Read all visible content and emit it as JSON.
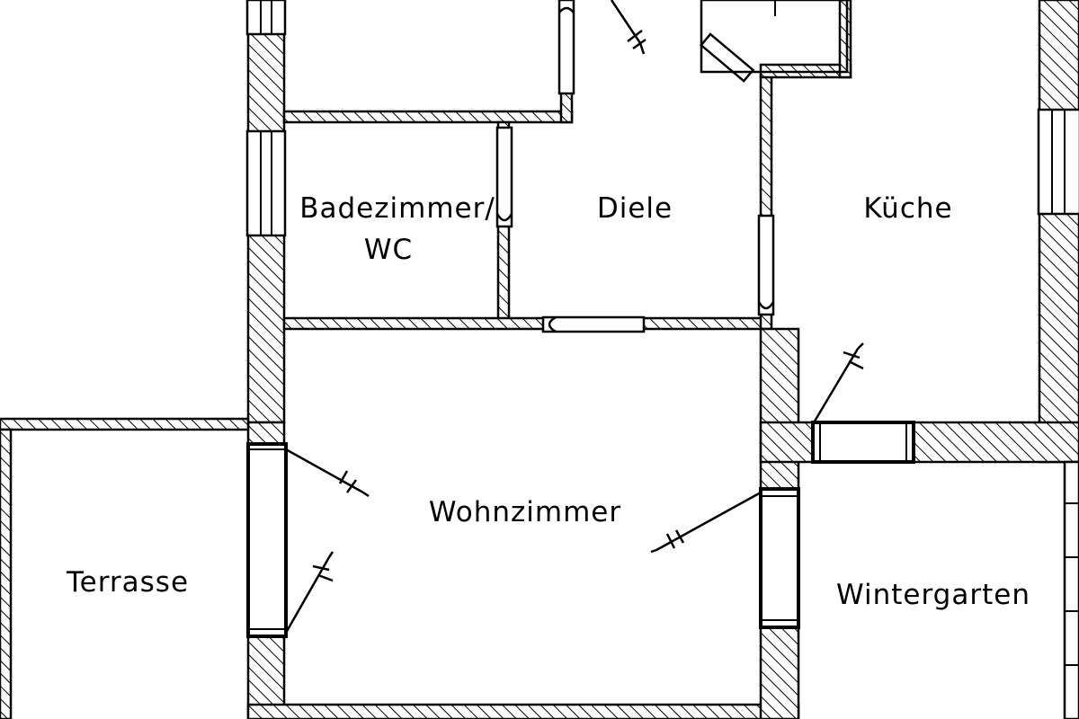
{
  "rooms": {
    "bathroom_line1": "Badezimmer/",
    "bathroom_line2": "WC",
    "hall": "Diele",
    "kitchen": "Küche",
    "living": "Wohnzimmer",
    "terrace": "Terrasse",
    "winter_garden": "Wintergarten"
  },
  "colors": {
    "line": "#000000",
    "background": "#ffffff"
  }
}
